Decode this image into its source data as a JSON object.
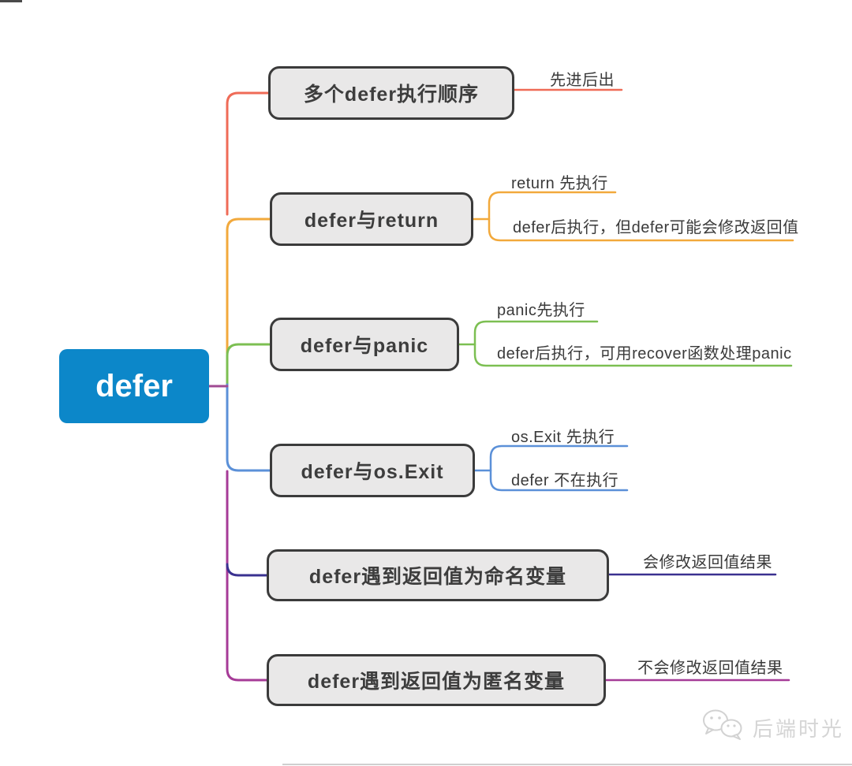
{
  "root": {
    "label": "defer"
  },
  "branches": [
    {
      "label": "多个defer执行顺序",
      "color": "#ef6b57",
      "children": [
        {
          "label": "先进后出"
        }
      ]
    },
    {
      "label": "defer与return",
      "color": "#f2a93c",
      "children": [
        {
          "label": "return 先执行"
        },
        {
          "label": "defer后执行，但defer可能会修改返回值"
        }
      ]
    },
    {
      "label": "defer与panic",
      "color": "#7cbf52",
      "children": [
        {
          "label": "panic先执行"
        },
        {
          "label": "defer后执行，可用recover函数处理panic"
        }
      ]
    },
    {
      "label": "defer与os.Exit",
      "color": "#5b90d8",
      "children": [
        {
          "label": "os.Exit 先执行"
        },
        {
          "label": "defer 不在执行"
        }
      ]
    },
    {
      "label": "defer遇到返回值为命名变量",
      "color": "#3a3190",
      "children": [
        {
          "label": "会修改返回值结果"
        }
      ]
    },
    {
      "label": "defer遇到返回值为匿名变量",
      "color": "#a63b97",
      "children": [
        {
          "label": "不会修改返回值结果"
        }
      ]
    }
  ],
  "colors": {
    "root_fill": "#0c87c9",
    "red": "#ef6b57",
    "orange": "#f2a93c",
    "green": "#7cbf52",
    "blue": "#5b90d8",
    "navy": "#3a3190",
    "magenta": "#a63b97",
    "stub_purple": "#a04a93",
    "box_fill": "#e9e8e8",
    "box_border": "#3b3b3b",
    "watermark_gray": "#d5d5d5"
  },
  "watermark": {
    "label": "后端时光",
    "icon": "wechat-icon"
  }
}
